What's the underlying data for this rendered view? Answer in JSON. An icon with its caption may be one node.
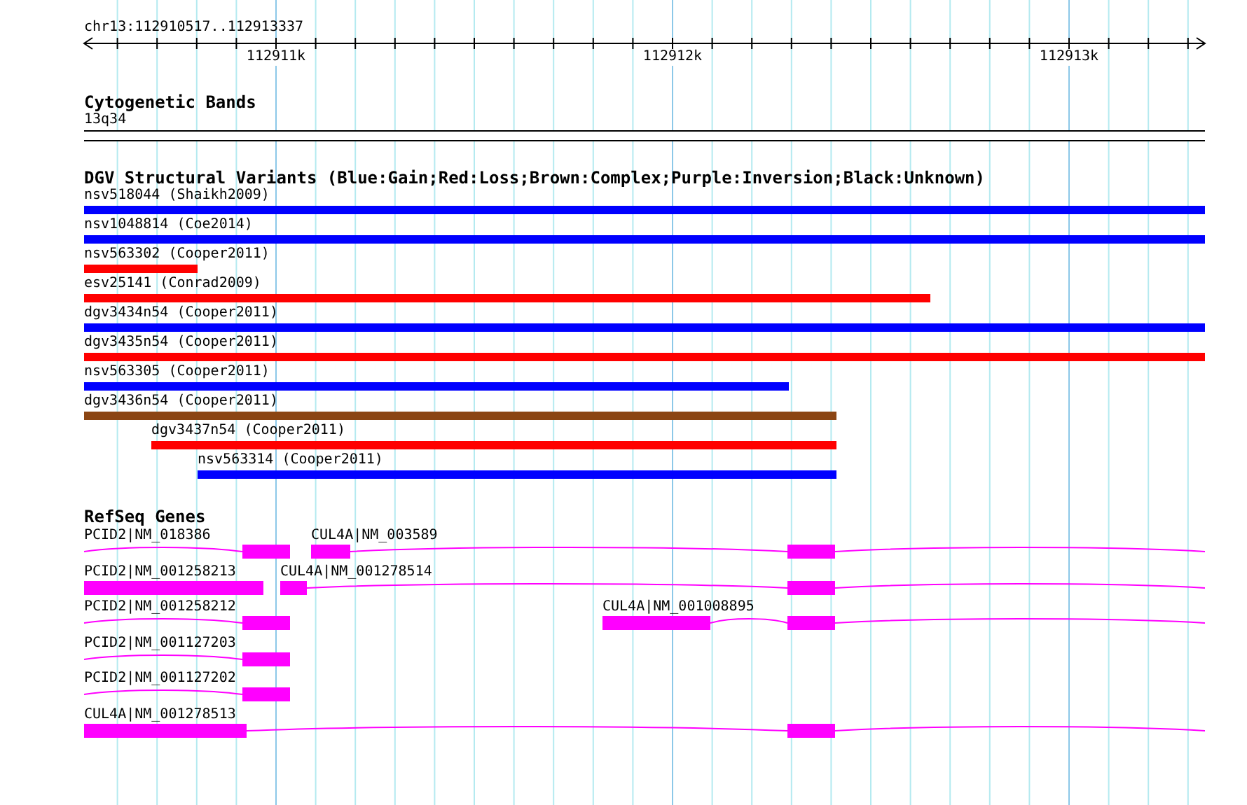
{
  "diagram": {
    "nodes": [
      {
        "text": [
          "nsv518044 (Shaikh2009)"
        ]
      },
      {
        "text": [
          "nsv1048814 (Coe2014)"
        ]
      },
      {
        "text": [
          "nsv563302 (Cooper2011)"
        ]
      },
      {
        "text": [
          "esv25141 (Conrad2009)"
        ]
      },
      {
        "text": [
          "dgv3434n54 (Cooper2011)"
        ]
      },
      {
        "text": [
          "dgv3435n54 (Cooper2011)"
        ]
      },
      {
        "text": [
          "nsv563305 (Cooper2011)"
        ]
      },
      {
        "text": [
          "dgv3436n54 (Cooper2011)"
        ]
      },
      {
        "text": [
          "dgv3437n54 (Cooper2011)"
        ]
      },
      {
        "text": [
          "nsv563314 (Cooper2011)"
        ]
      },
      {
        "text": [
          "PCID2|NM_018386"
        ]
      },
      {
        "text": [
          "CUL4A|NM_003589"
        ]
      },
      {
        "text": [
          "PCID2|NM_001258213"
        ]
      },
      {
        "text": [
          "CUL4A|NM_001278514"
        ]
      },
      {
        "text": [
          "PCID2|NM_001258212"
        ]
      },
      {
        "text": [
          "CUL4A|NM_001008895"
        ]
      },
      {
        "text": [
          "PCID2|NM_001127203"
        ]
      },
      {
        "text": [
          "PCID2|NM_001127202"
        ]
      },
      {
        "text": [
          "CUL4A|NM_001278513"
        ]
      }
    ],
    "labels": [
      "chr13:112910517..112913337",
      "112911k",
      "112912k",
      "112913k",
      "Cytogenetic Bands",
      "13q34",
      "DGV Structural Variants (Blue:Gain;Red:Loss;Brown:Complex;Purple:Inversion;Black:Unknown)",
      "RefSeq Genes"
    ]
  }
}
